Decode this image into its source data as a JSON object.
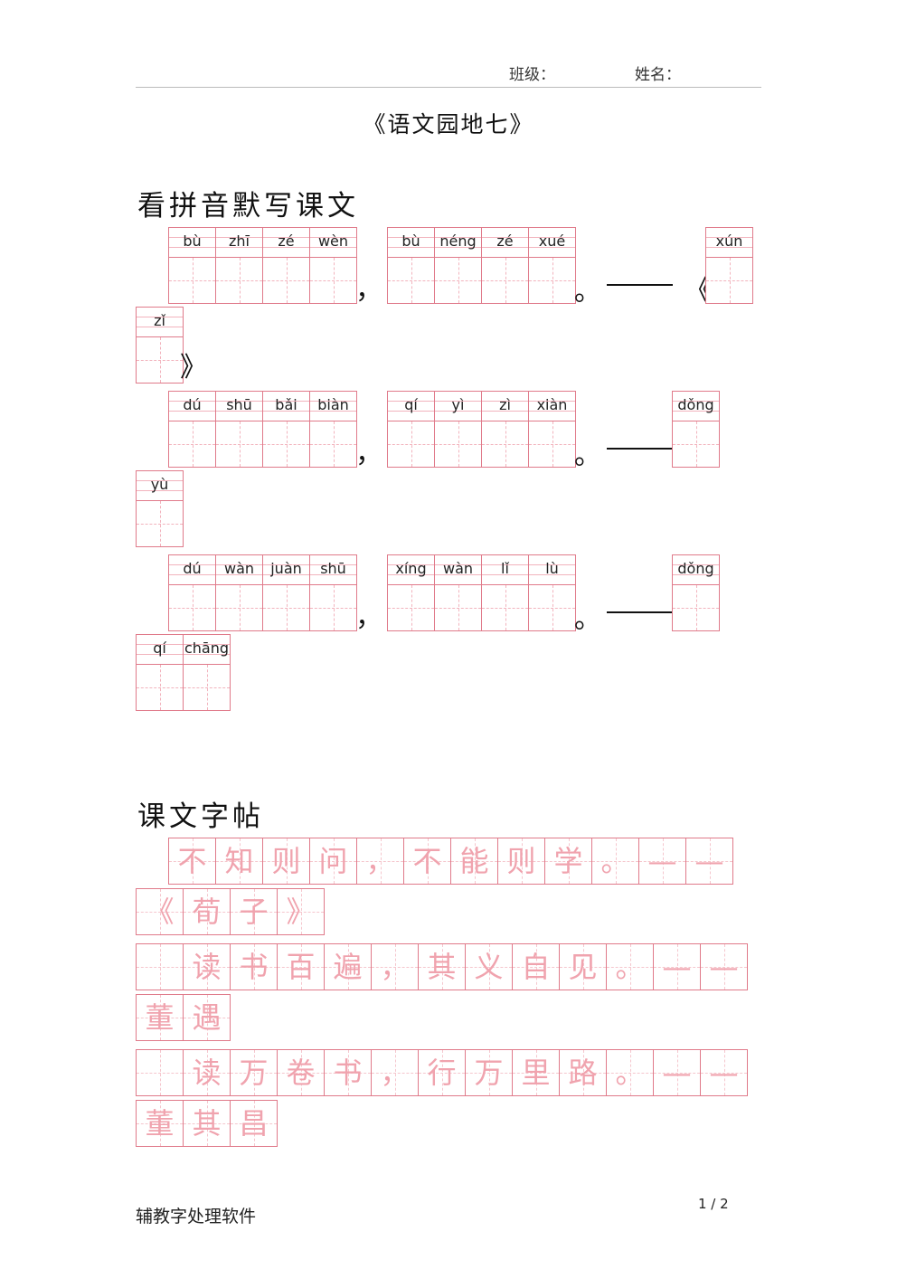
{
  "header": {
    "class_label": "班级：",
    "name_label": "姓名："
  },
  "title": "《语文园地七》",
  "section1": {
    "heading": "看拼音默写课文",
    "lines": [
      {
        "groups": [
          [
            "bù",
            "zhī",
            "zé",
            "wèn"
          ],
          [
            "bù",
            "néng",
            "zé",
            "xué"
          ]
        ],
        "author": [
          "xún",
          "zǐ"
        ]
      },
      {
        "groups": [
          [
            "dú",
            "shū",
            "bǎi",
            "biàn"
          ],
          [
            "qí",
            "yì",
            "zì",
            "xiàn"
          ]
        ],
        "author": [
          "dǒng",
          "yù"
        ]
      },
      {
        "groups": [
          [
            "dú",
            "wàn",
            "juàn",
            "shū"
          ],
          [
            "xíng",
            "wàn",
            "lǐ",
            "lù"
          ]
        ],
        "author": [
          "dǒng",
          "qí",
          "chāng"
        ]
      }
    ],
    "punct": {
      "comma": "，",
      "period": "。",
      "open_quote": "《",
      "close_quote": "》"
    }
  },
  "section2": {
    "heading": "课文字帖",
    "rows": [
      [
        "不",
        "知",
        "则",
        "问",
        "，",
        "不",
        "能",
        "则",
        "学",
        "。",
        "—",
        "—"
      ],
      [
        "《",
        "荀",
        "子",
        "》"
      ],
      [
        "",
        "读",
        "书",
        "百",
        "遍",
        "，",
        "其",
        "义",
        "自",
        "见",
        "。",
        "—",
        "—"
      ],
      [
        "董",
        "遇"
      ],
      [
        "",
        "读",
        "万",
        "卷",
        "书",
        "，",
        "行",
        "万",
        "里",
        "路",
        "。",
        "—",
        "—"
      ],
      [
        "董",
        "其",
        "昌"
      ]
    ]
  },
  "footer": {
    "software": "辅教字处理软件",
    "page": "1 / 2"
  }
}
